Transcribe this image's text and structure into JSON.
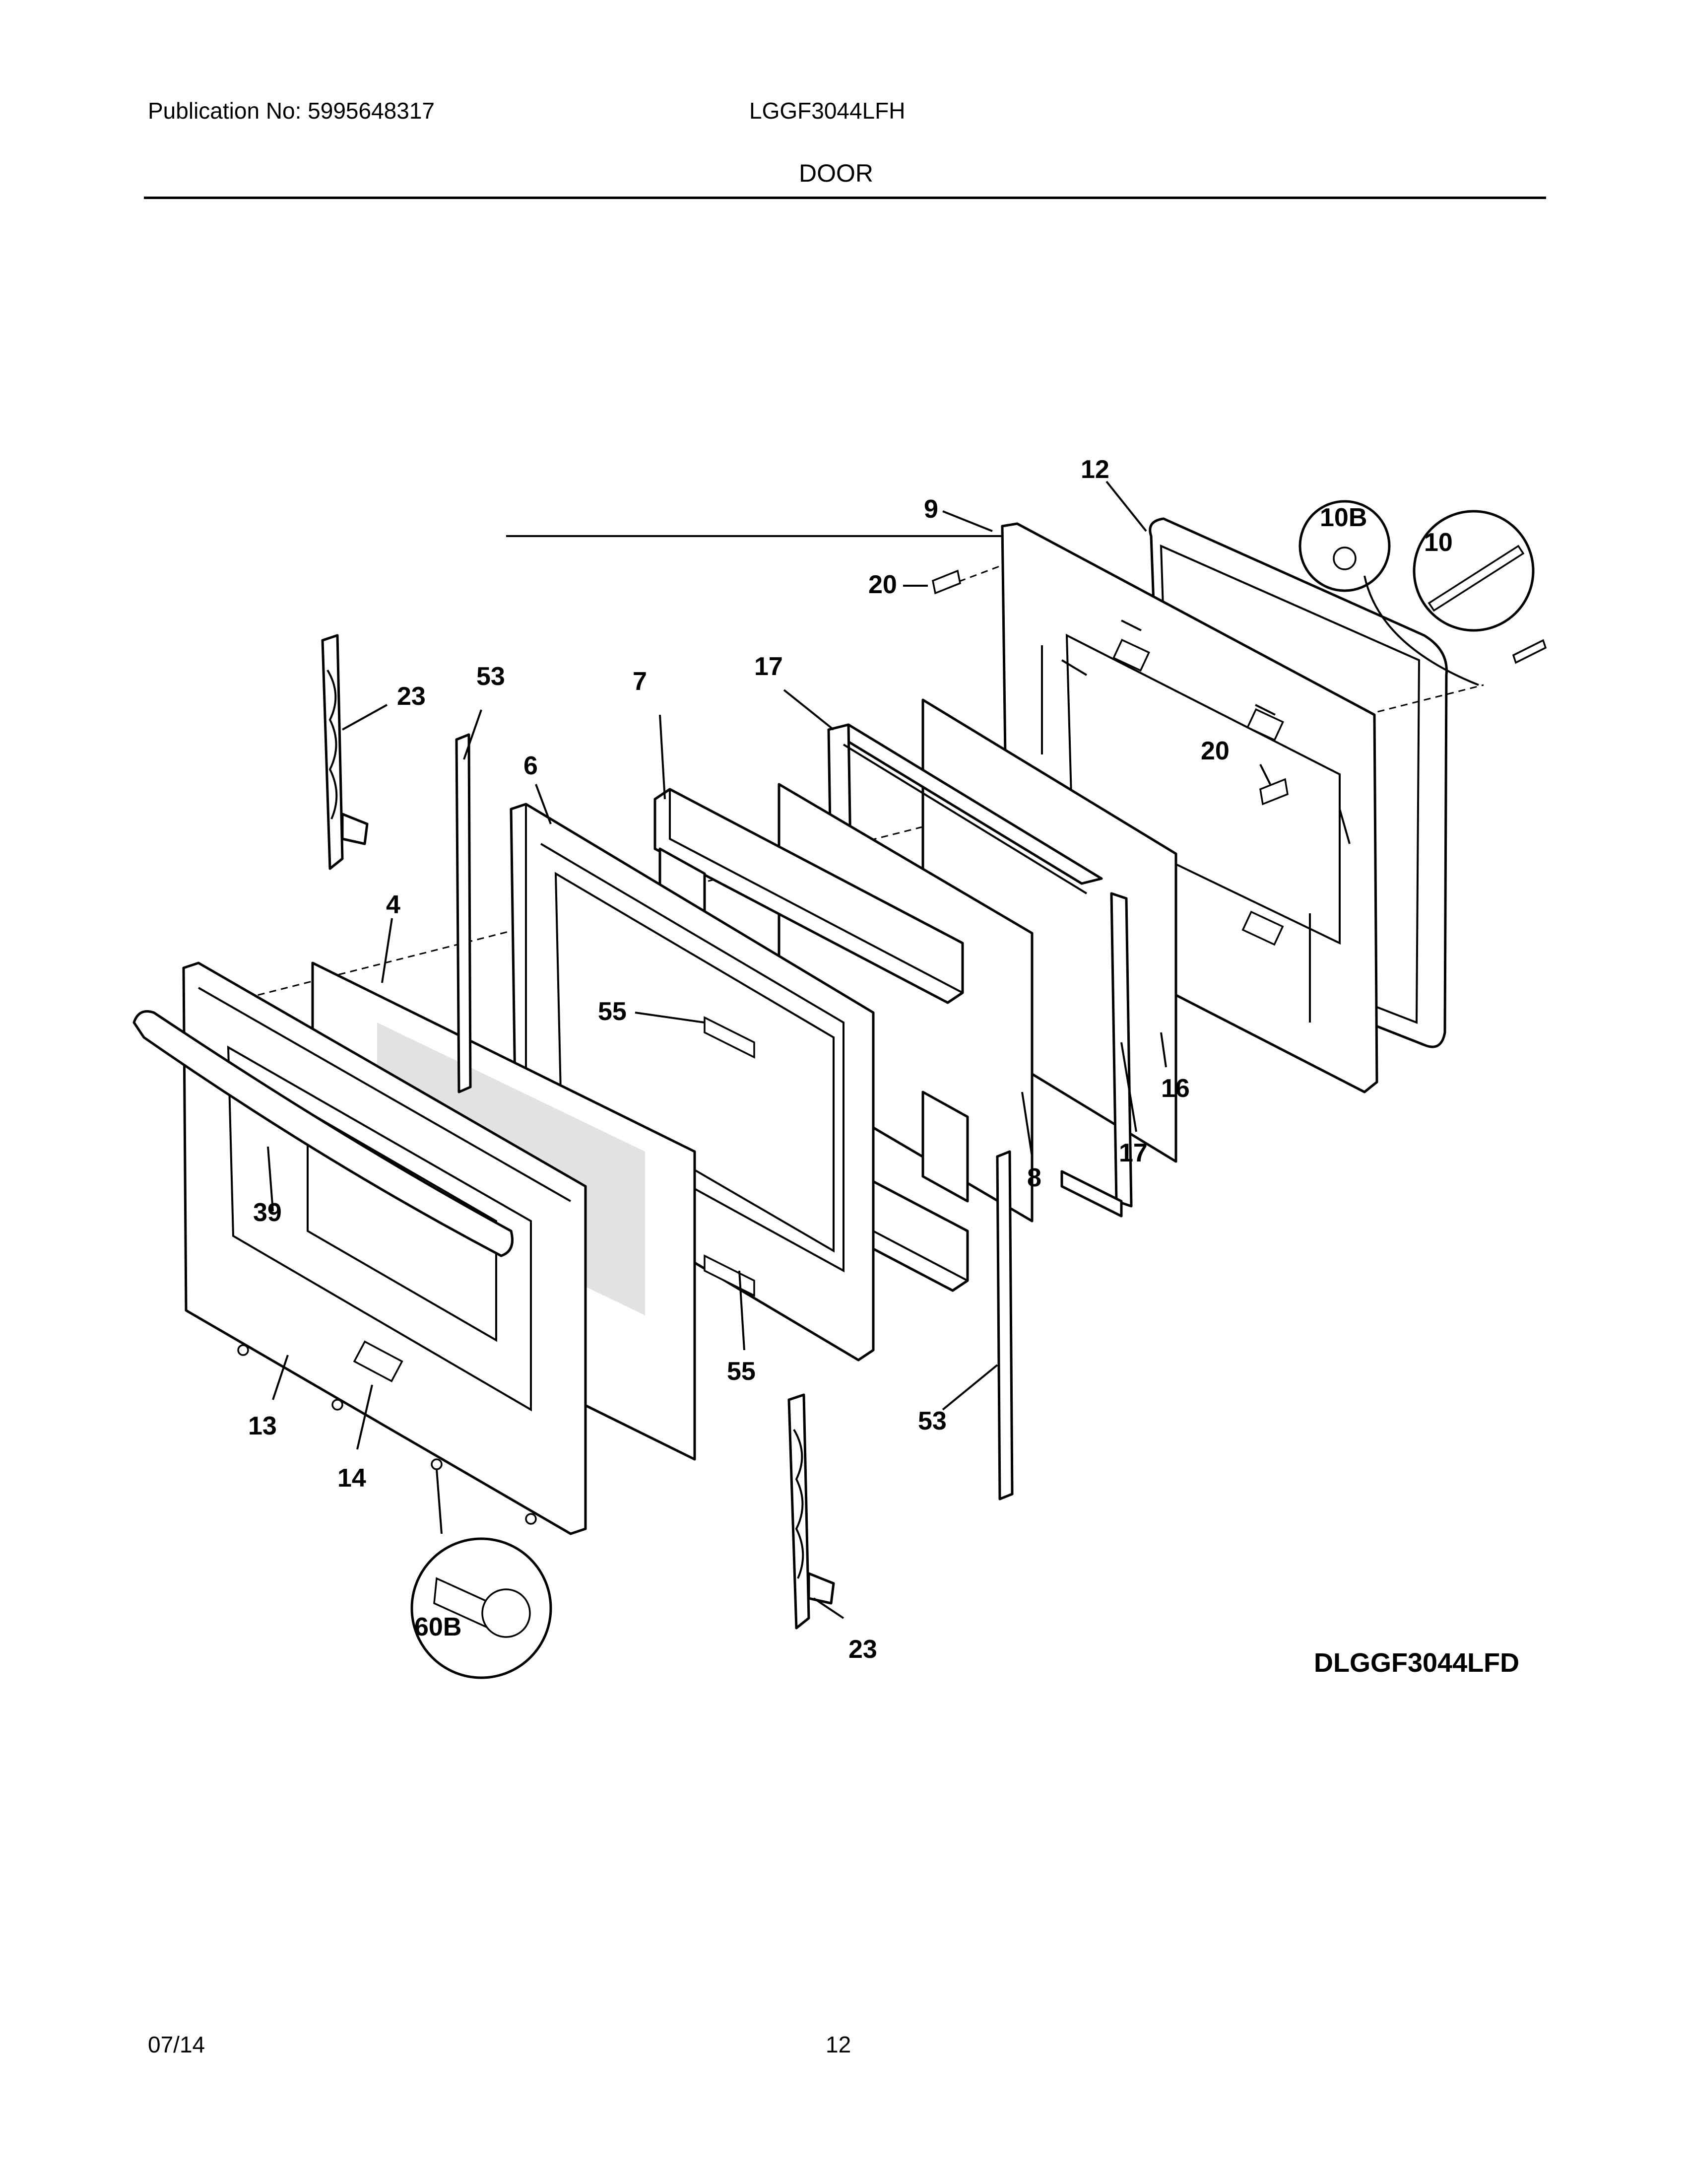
{
  "header": {
    "publication": "Publication No: 5995648317",
    "model": "LGGF3044LFH",
    "section": "DOOR"
  },
  "diagram": {
    "code": "DLGGF3044LFD",
    "callouts": {
      "c9": "9",
      "c12": "12",
      "c10b": "10B",
      "c10": "10",
      "c20a": "20",
      "c20b": "20",
      "c23a": "23",
      "c53a": "53",
      "c7": "7",
      "c17a": "17",
      "c6": "6",
      "c4": "4",
      "c55a": "55",
      "c16": "16",
      "c17b": "17",
      "c8": "8",
      "c39": "39",
      "c55b": "55",
      "c53b": "53",
      "c13": "13",
      "c14": "14",
      "c60b": "60B",
      "c23b": "23"
    }
  },
  "footer": {
    "date": "07/14",
    "page": "12"
  }
}
